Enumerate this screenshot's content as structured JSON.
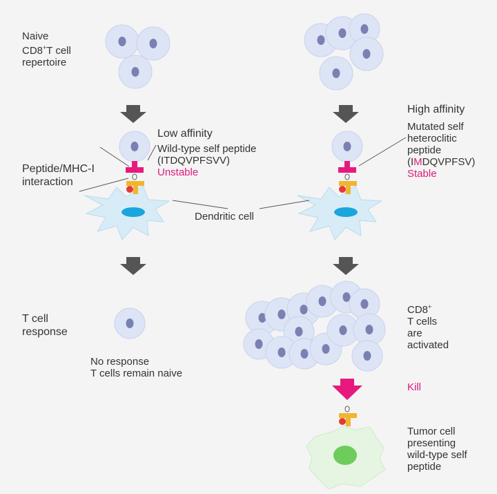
{
  "left": {
    "repertoire_label": [
      "Naive",
      "CD8",
      "+",
      "T cell",
      "repertoire"
    ],
    "interaction_label": [
      "Peptide/MHC-I",
      "interaction"
    ],
    "affinity": "Low affinity",
    "peptide_lines": [
      "Wild-type self peptide",
      "(ITDQVPFSVV)"
    ],
    "stability": "Unstable",
    "response_label": [
      "T cell",
      "response"
    ],
    "outcome": [
      "No response",
      "T cells remain naive"
    ]
  },
  "center": {
    "dendritic_label": "Dendritic cell"
  },
  "right": {
    "affinity": "High affinity",
    "peptide_lines": [
      "Mutated self",
      "heteroclitic",
      "peptide"
    ],
    "peptide_seq": {
      "open": "(I",
      "mutation": "M",
      "rest": "DQVPFSV)"
    },
    "stability": "Stable",
    "activated_label": [
      "CD8",
      "+",
      "T cells",
      "are",
      "activated"
    ],
    "kill_label": "Kill",
    "tumor_label": [
      "Tumor cell",
      "presenting",
      "wild-type self",
      "peptide"
    ]
  },
  "colors": {
    "t_cell_fill": "#dde4f5",
    "t_cell_nucleus": "#7b80b3",
    "dendritic_fill": "#d8ecf7",
    "dendritic_nucleus": "#1aa6dc",
    "tcr": "#e8197e",
    "mhc": "#f1b52f",
    "peptide": "#e53935",
    "arrow": "#555555",
    "kill_arrow": "#e8197e",
    "tumor_fill": "#e6f5e2",
    "tumor_nucleus": "#6dcc5c"
  }
}
